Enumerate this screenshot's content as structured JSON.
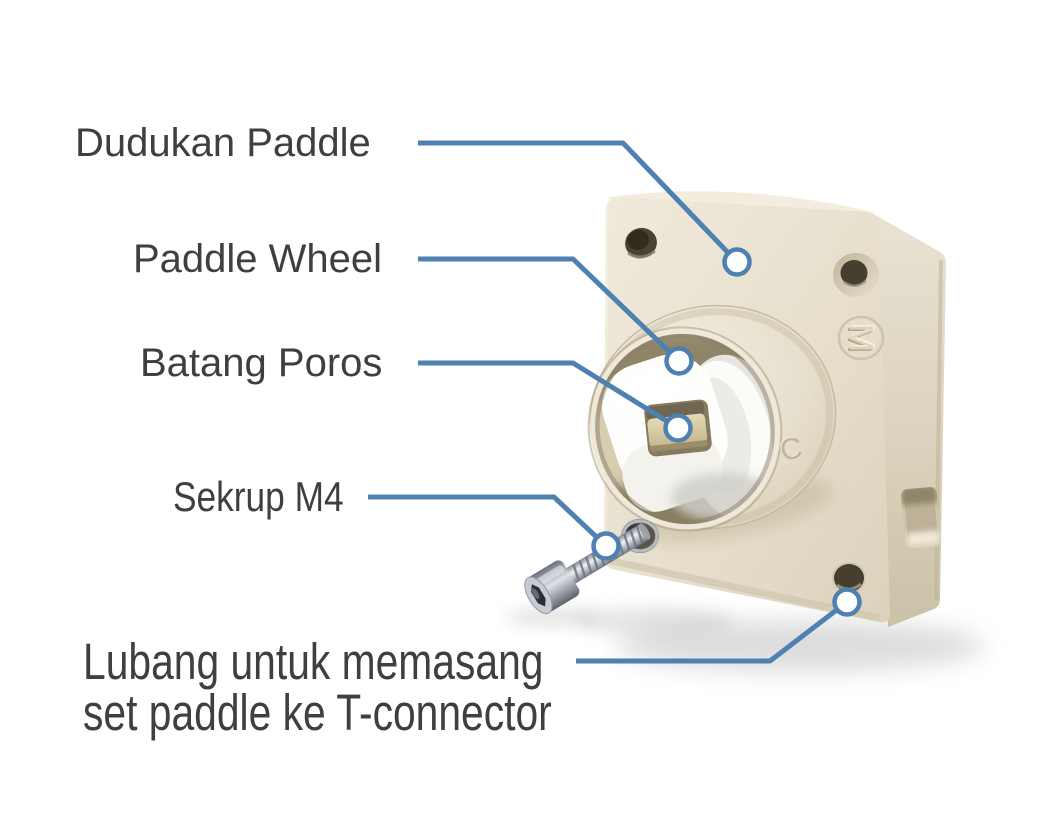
{
  "figure": {
    "background_color": "#FFFFFF",
    "leader_color": "#4E80B2",
    "label_text_color": "#3F3F3F",
    "plate_color": "#E8E1D0",
    "wheel_color": "#FBFBF8",
    "shaft_color": "#D5C79E",
    "screw_color": "#C7CCD4",
    "labels": [
      {
        "id": "dudukan-paddle",
        "text": "Dudukan Paddle"
      },
      {
        "id": "paddle-wheel",
        "text": "Paddle Wheel"
      },
      {
        "id": "batang-poros",
        "text": "Batang Poros"
      },
      {
        "id": "sekrup-m4",
        "text": "Sekrup M4"
      },
      {
        "id": "lubang-t-connector",
        "line1": "Lubang untuk memasang",
        "line2": "set paddle ke T-connector"
      }
    ],
    "markings": {
      "m": "M",
      "c": "C"
    }
  }
}
